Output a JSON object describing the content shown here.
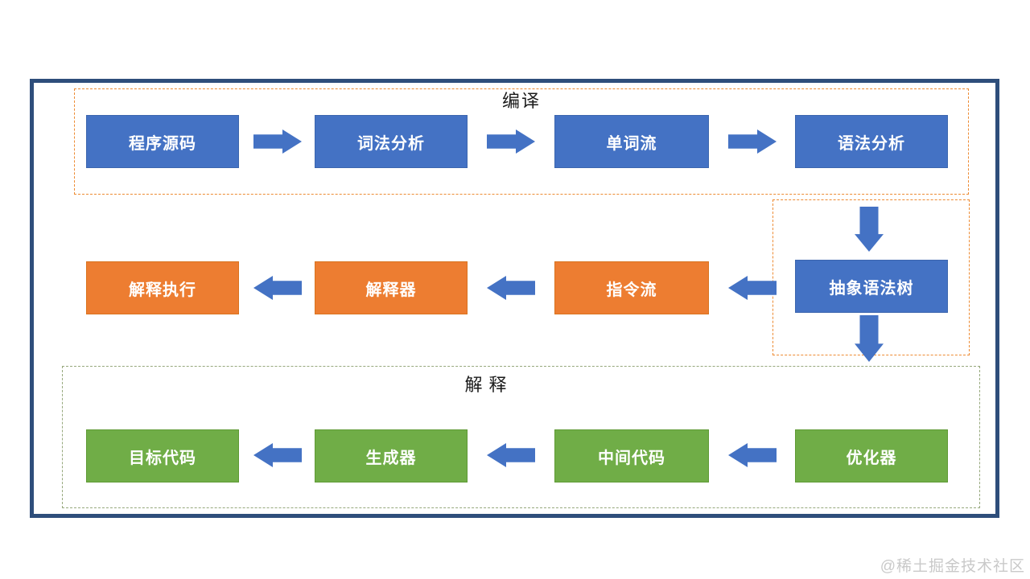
{
  "groups": {
    "compile": {
      "label": "编译"
    },
    "interpret": {
      "label": "解释"
    }
  },
  "nodes": {
    "r1c1": "程序源码",
    "r1c2": "词法分析",
    "r1c3": "单词流",
    "r1c4": "语法分析",
    "r2c1": "解释执行",
    "r2c2": "解释器",
    "r2c3": "指令流",
    "r2c4": "抽象语法树",
    "r3c1": "目标代码",
    "r3c2": "生成器",
    "r3c3": "中间代码",
    "r3c4": "优化器"
  },
  "icons": {
    "right_arrow": "right-arrow-icon",
    "left_arrow": "left-arrow-icon",
    "down_arrow": "down-arrow-icon"
  },
  "colors": {
    "node_blue": "#4472C4",
    "node_orange": "#ED7D31",
    "node_green": "#70AD47",
    "arrow_blue": "#4472C4",
    "outer_border_navy": "#2E4E7B",
    "dashed_orange": "#ED8B33",
    "dashed_green": "#96A87C",
    "label_text": "#1B1B1B",
    "node_text": "#FFFFFF",
    "watermark_gray": "#C9C9C9"
  },
  "watermark": "@稀土掘金技术社区"
}
